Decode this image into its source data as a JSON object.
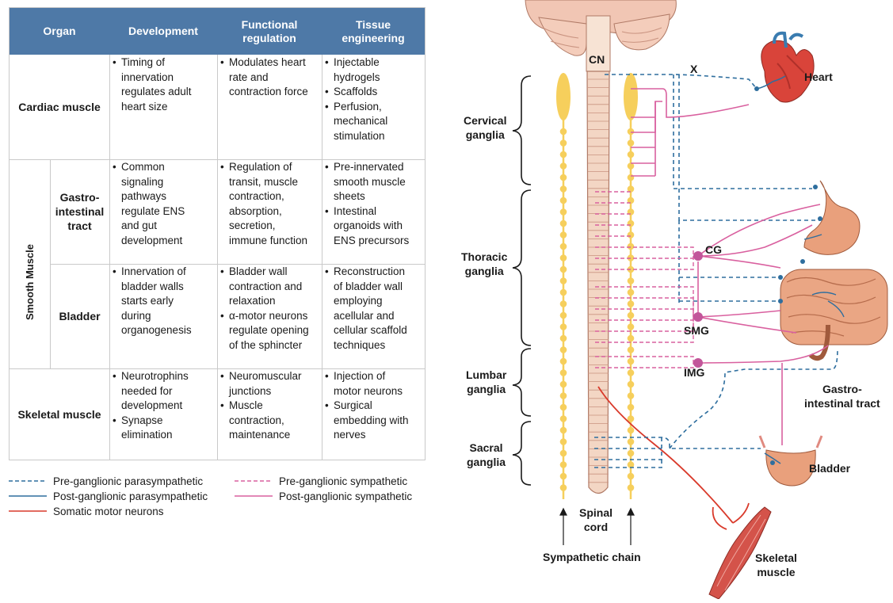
{
  "table": {
    "headers": [
      "Organ",
      "Development",
      "Functional\nregulation",
      "Tissue\nengineering"
    ],
    "smooth_muscle_label": "Smooth Muscle",
    "rows": [
      {
        "organ": "Cardiac muscle",
        "development": [
          "Timing of\ninnervation\nregulates adult\nheart size"
        ],
        "functional": [
          "Modulates heart\nrate and\ncontraction force"
        ],
        "tissue": [
          "Injectable\nhydrogels",
          "Scaffolds",
          "Perfusion,\nmechanical\nstimulation"
        ]
      },
      {
        "organ": "Gastro-\nintestinal\ntract",
        "development": [
          "Common\nsignaling\npathways\nregulate ENS\nand gut\ndevelopment"
        ],
        "functional": [
          "Regulation of\ntransit, muscle\ncontraction,\nabsorption,\nsecretion,\nimmune function"
        ],
        "tissue": [
          "Pre-innervated\nsmooth muscle\nsheets",
          "Intestinal\norganoids with\nENS precursors"
        ]
      },
      {
        "organ": "Bladder",
        "development": [
          "Innervation of\nbladder walls\nstarts early\nduring\norganogenesis"
        ],
        "functional": [
          "Bladder wall\ncontraction and\nrelaxation",
          "α-motor neurons\nregulate opening\nof the sphincter"
        ],
        "tissue": [
          "Reconstruction\nof bladder wall\nemploying\nacellular and\ncellular scaffold\ntechniques"
        ]
      },
      {
        "organ": "Skeletal muscle",
        "development": [
          "Neurotrophins\nneeded for\ndevelopment",
          "Synapse\nelimination"
        ],
        "functional": [
          "Neuromuscular\njunctions",
          "Muscle\ncontraction,\nmaintenance"
        ],
        "tissue": [
          "Injection of\nmotor neurons",
          "Surgical\nembedding with\nnerves"
        ]
      }
    ]
  },
  "legend": [
    {
      "label": "Pre-ganglionic parasympathetic",
      "color": "#2e6e9e",
      "style": "dashed"
    },
    {
      "label": "Post-ganglionic parasympathetic",
      "color": "#2e6e9e",
      "style": "solid"
    },
    {
      "label": "Somatic motor neurons",
      "color": "#d93a2b",
      "style": "solid"
    },
    {
      "label": "Pre-ganglionic sympathetic",
      "color": "#d9609f",
      "style": "dashed"
    },
    {
      "label": "Post-ganglionic sympathetic",
      "color": "#d9609f",
      "style": "solid"
    }
  ],
  "diagram": {
    "labels": {
      "cn": "CN",
      "x": "X",
      "heart": "Heart",
      "cervical": "Cervical\nganglia",
      "thoracic": "Thoracic\nganglia",
      "lumbar": "Lumbar\nganglia",
      "sacral": "Sacral\nganglia",
      "cg": "CG",
      "smg": "SMG",
      "img": "IMG",
      "gi": "Gastro-\nintestinal tract",
      "bladder": "Bladder",
      "spinal_cord": "Spinal\ncord",
      "sympathetic_chain": "Sympathetic chain",
      "skeletal_muscle": "Skeletal\nmuscle"
    },
    "colors": {
      "parasympathetic": "#2e6e9e",
      "sympathetic": "#d9609f",
      "somatic": "#d93a2b",
      "chain": "#f6cf5c",
      "cord": "#f3d6c4",
      "organ": "#e88b6a"
    }
  }
}
